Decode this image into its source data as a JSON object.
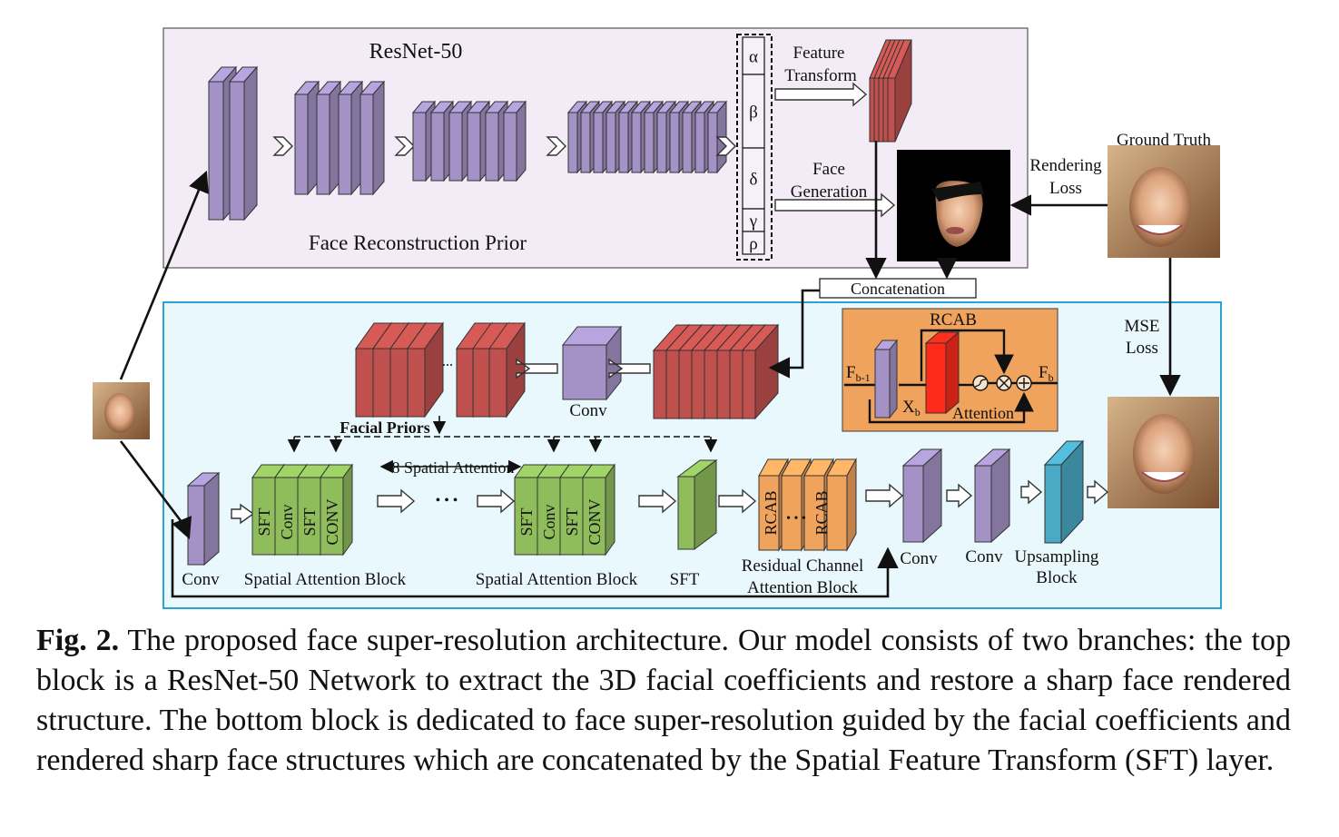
{
  "diagram": {
    "top_title": "ResNet-50",
    "top_subtitle": "Face Reconstruction Prior",
    "coeffs": [
      "α",
      "β",
      "δ",
      "γ",
      "ρ"
    ],
    "feature_transform": [
      "Feature",
      "Transform"
    ],
    "face_generation": [
      "Face",
      "Generation"
    ],
    "rendering_loss": [
      "Rendering",
      "Loss"
    ],
    "ground_truth": "Ground Truth",
    "concatenation": "Concatenation",
    "mse_loss": [
      "MSE",
      "Loss"
    ],
    "conv_prior": "Conv",
    "facial_priors": "Facial Priors",
    "rcab_title": "RCAB",
    "rcab_fb1": "F",
    "rcab_fb1_sub": "b-1",
    "rcab_fb": "F",
    "rcab_fb_sub": "b",
    "rcab_xb": "X",
    "rcab_xb_sub": "b",
    "rcab_attention": "Attention",
    "spatial_attention_count": "8 Spatial Attention",
    "sab_layers": [
      "SFT",
      "Conv",
      "SFT",
      "CONV"
    ],
    "ellipsis": "• • •",
    "rcab_layer": "RCAB",
    "label_conv": "Conv",
    "label_sab1": "Spatial Attention Block",
    "label_sab2": "Spatial Attention Block",
    "label_sft": "SFT",
    "label_rcab_block": [
      "Residual Channel",
      "Attention Block"
    ],
    "label_conv2": "Conv",
    "label_conv3": "Conv",
    "label_upsampling": [
      "Upsampling",
      "Block"
    ]
  },
  "caption": {
    "label": "Fig. 2.",
    "text": "The proposed face super-resolution architecture. Our model consists of two branches: the top block is a ResNet-50 Network to extract the 3D facial coefficients and restore a sharp face rendered structure. The bottom block is dedicated to face super-resolution guided by the facial coefficients and rendered sharp face structures which are concatenated by the Spatial Feature Transform (SFT) layer."
  },
  "colors": {
    "purple": "#a492c6",
    "red": "#c0504d",
    "green": "#8fbd5c",
    "orange": "#f0a35c",
    "teal": "#4aaac6",
    "top_bg": "#f3ecf6",
    "bottom_bg": "#e9f8fc",
    "bottom_border": "#29a3d1"
  }
}
